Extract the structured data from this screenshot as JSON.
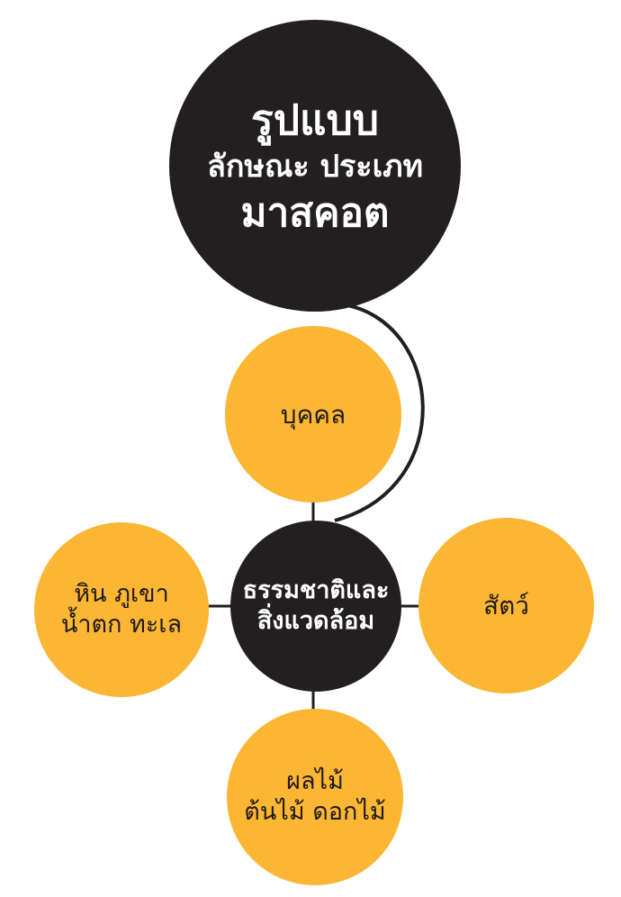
{
  "colors": {
    "dark": "#231f20",
    "accent": "#fbb634",
    "line": "#231f20",
    "text_dark": "#ffffff",
    "text_light": "#1f1a17"
  },
  "nodes": {
    "top": {
      "lines": [
        "รูปแบบ",
        "ลักษณะ ประเภท",
        "มาสคอต"
      ]
    },
    "center": {
      "lines": [
        "ธรรมชาติและ",
        "สิ่งแวดล้อม"
      ]
    },
    "person": {
      "lines": [
        "บุคคล"
      ]
    },
    "nature": {
      "lines": [
        "หิน ภูเขา",
        "น้ำตก ทะเล"
      ]
    },
    "animal": {
      "lines": [
        "สัตว์"
      ]
    },
    "plant": {
      "lines": [
        "ผลไม้",
        "ต้นไม้ ดอกไม้"
      ]
    }
  }
}
